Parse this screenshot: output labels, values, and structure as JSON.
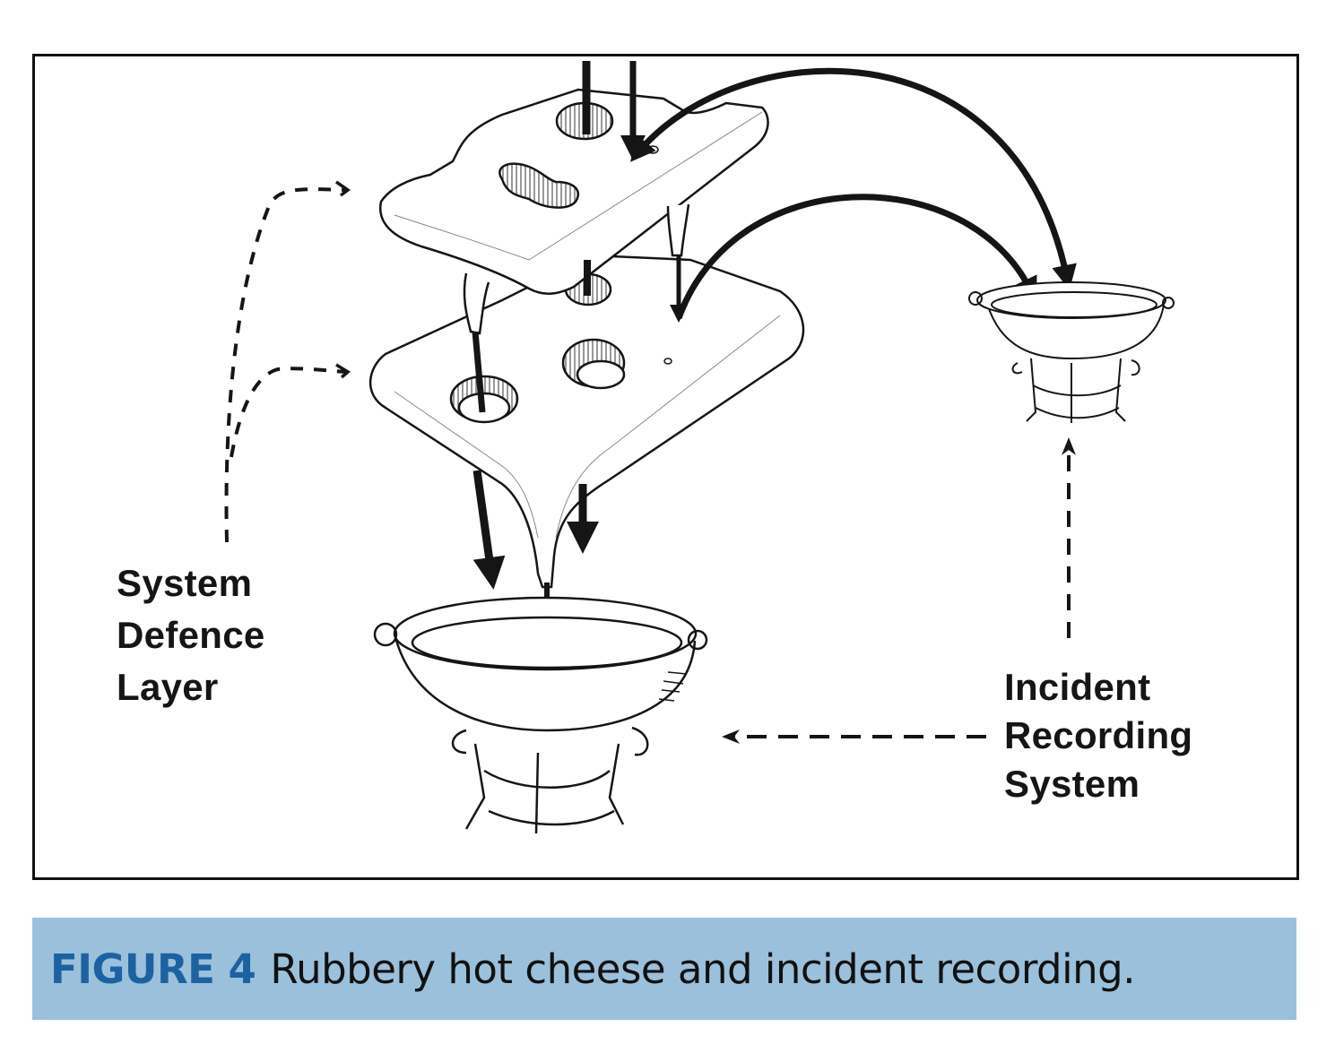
{
  "figure": {
    "caption_label": "FIGURE 4",
    "caption_text": "Rubbery hot cheese and incident recording.",
    "colors": {
      "caption_background": "#9bc0dc",
      "caption_label": "#1d62a0",
      "ink": "#151515"
    }
  },
  "diagram": {
    "labels": {
      "system_defence_layer": [
        "System",
        "Defence",
        "Layer"
      ],
      "incident_recording_system": [
        "Incident",
        "Recording",
        "System"
      ]
    },
    "elements": {
      "layers": [
        "cheese-slice-upper",
        "cheese-slice-lower"
      ],
      "pots": [
        "fondue-pot-main",
        "fondue-pot-incident-recording"
      ],
      "arrows": [
        "hazard-arrows-through-holes",
        "curved-arrows-to-recording-pot",
        "dashed-pointers-to-layers",
        "dashed-arrow-recording-to-pot",
        "dashed-arrow-label-to-recording-pot"
      ]
    }
  }
}
